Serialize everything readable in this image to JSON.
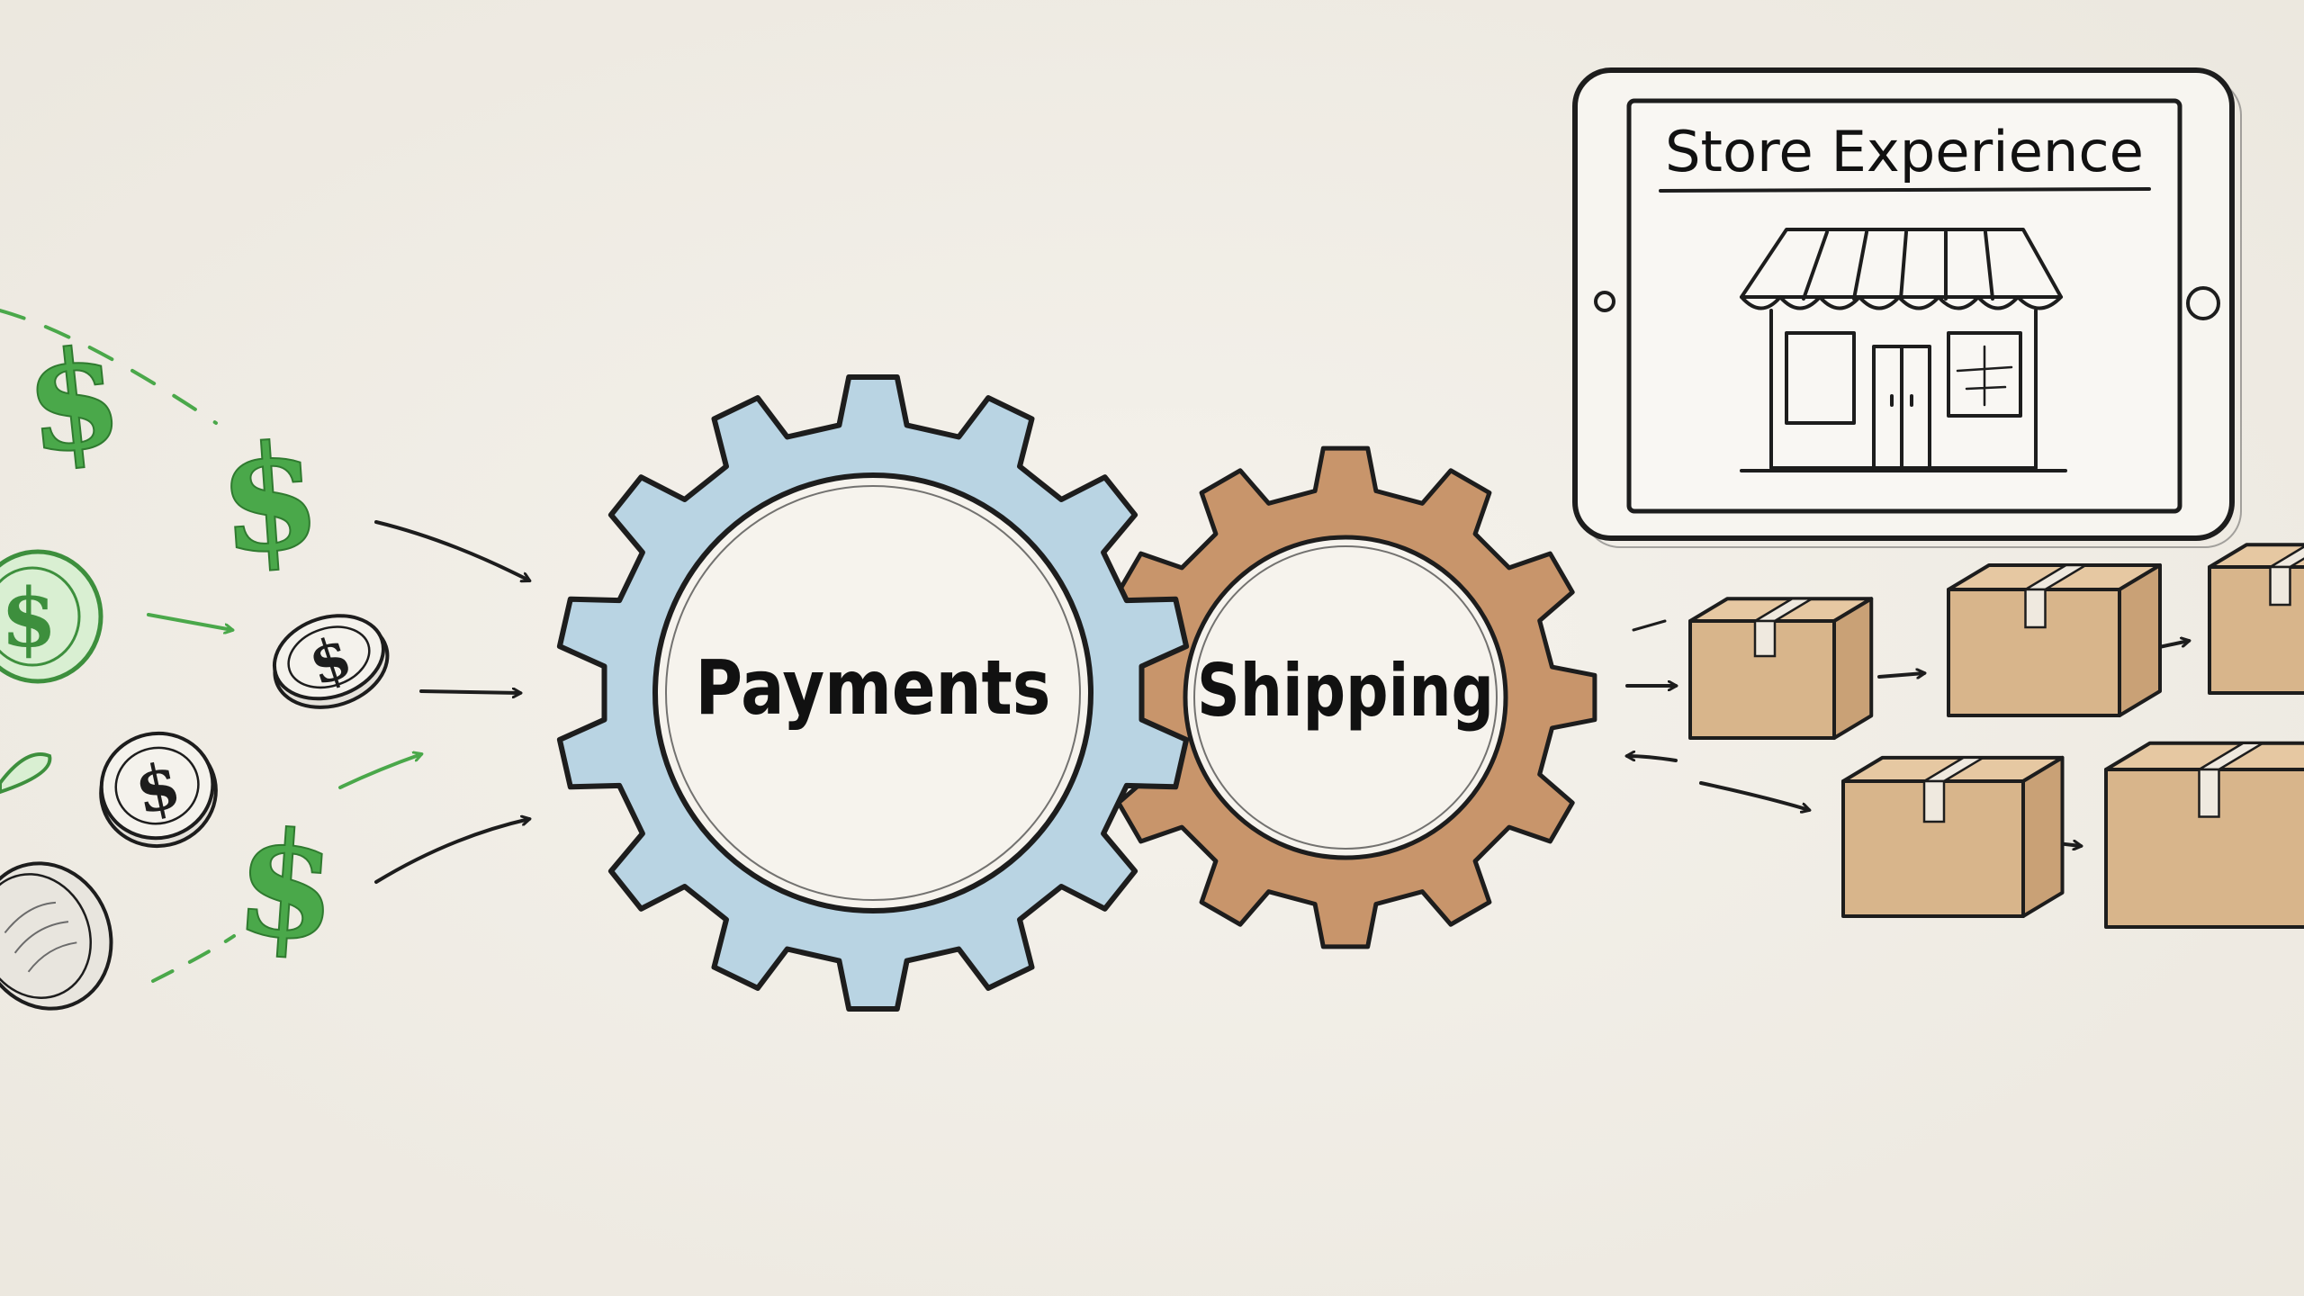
{
  "diagram": {
    "gears": {
      "payments": {
        "label": "Payments",
        "color": "#b9d4e3"
      },
      "shipping": {
        "label": "Shipping",
        "color": "#c8956b"
      }
    },
    "tablet": {
      "title": "Store Experience"
    },
    "money": {
      "dollar_symbol": "$",
      "green": "#4aa84a",
      "coin_color": "#f4f2ec"
    },
    "boxes": {
      "color": "#d8b58b"
    },
    "paper_color": "#f2efe8",
    "ink_color": "#1d1d1d"
  }
}
